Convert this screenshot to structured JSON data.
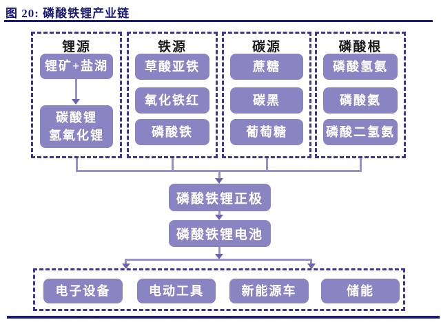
{
  "figure": {
    "title": "图 20: 磷酸铁锂产业链"
  },
  "groups": [
    {
      "header": "锂源",
      "nodes": [
        "锂矿+盐湖",
        "碳酸锂\n氢氧化锂"
      ]
    },
    {
      "header": "铁源",
      "nodes": [
        "草酸亚铁",
        "氧化铁红",
        "磷酸铁"
      ]
    },
    {
      "header": "碳源",
      "nodes": [
        "蔗糖",
        "碳黑",
        "葡萄糖"
      ]
    },
    {
      "header": "磷酸根",
      "nodes": [
        "磷酸氢氨",
        "磷酸氨",
        "磷酸二氢氨"
      ]
    }
  ],
  "chain": [
    "磷酸铁锂正极",
    "磷酸铁锂电池"
  ],
  "applications": [
    "电子设备",
    "电动工具",
    "新能源车",
    "储能"
  ],
  "colors": {
    "navy": "#1a1a78",
    "node_fill": "#8b84c2",
    "dashed_border": "#3e3494",
    "connector": "#988fcc",
    "arrowhead": "#6f63b1"
  }
}
